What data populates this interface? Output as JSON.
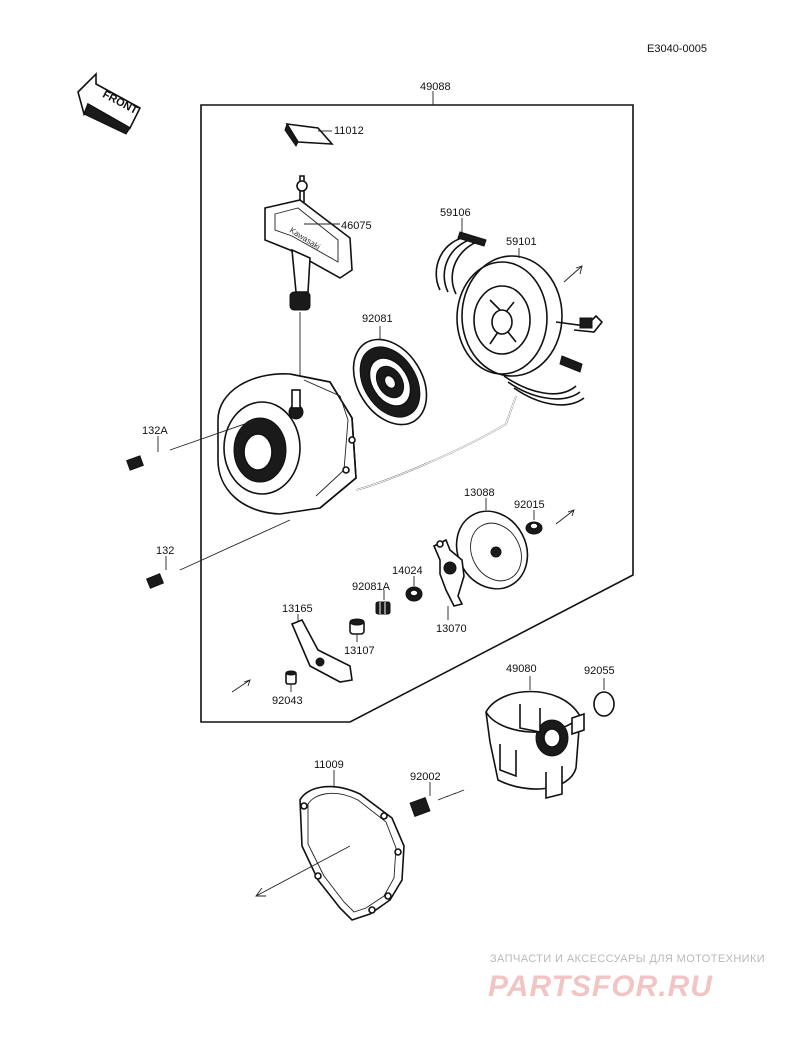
{
  "diagram_code": "E3040-0005",
  "front_label": "FRONT",
  "handle_brand": "Kawasaki",
  "parts": {
    "p49088": "49088",
    "p11012": "11012",
    "p46075": "46075",
    "p59106": "59106",
    "p59101": "59101",
    "p92081": "92081",
    "p132A": "132A",
    "p132": "132",
    "p13088": "13088",
    "p92015": "92015",
    "p14024": "14024",
    "p92081A": "92081A",
    "p13165": "13165",
    "p13107": "13107",
    "p13070": "13070",
    "p92043": "92043",
    "p49080": "49080",
    "p92055": "92055",
    "p11009": "11009",
    "p92002": "92002"
  },
  "watermark": {
    "tagline": "ЗАПЧАСТИ И АКСЕССУАРЫ ДЛЯ МОТОТЕХНИКИ",
    "site": "PARTSFOR.RU"
  }
}
